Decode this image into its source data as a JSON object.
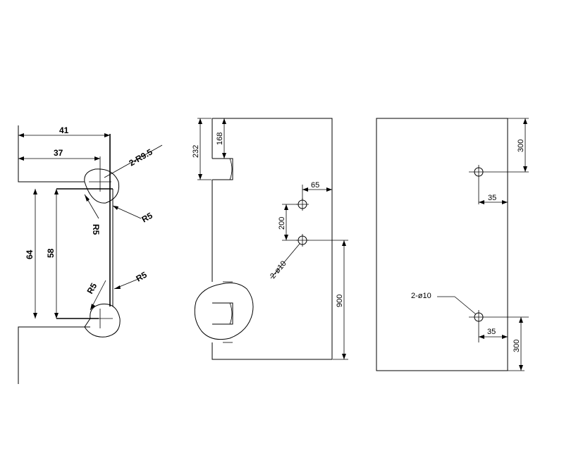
{
  "view_left": {
    "dim_41": "41",
    "dim_37": "37",
    "dim_64": "64",
    "dim_58": "58",
    "callout_r95": "2-R9.5",
    "r5_a": "R5",
    "r5_b": "R5",
    "r5_c": "R5",
    "r5_d": "R5"
  },
  "view_middle": {
    "dim_232": "232",
    "dim_168": "168",
    "dim_65": "65",
    "dim_200": "200",
    "dim_900": "900",
    "hole_callout": "2-ø10"
  },
  "view_right": {
    "dim_300_top": "300",
    "dim_35_top": "35",
    "hole_callout": "2-ø10",
    "dim_35_bottom": "35",
    "dim_300_bottom": "300"
  }
}
